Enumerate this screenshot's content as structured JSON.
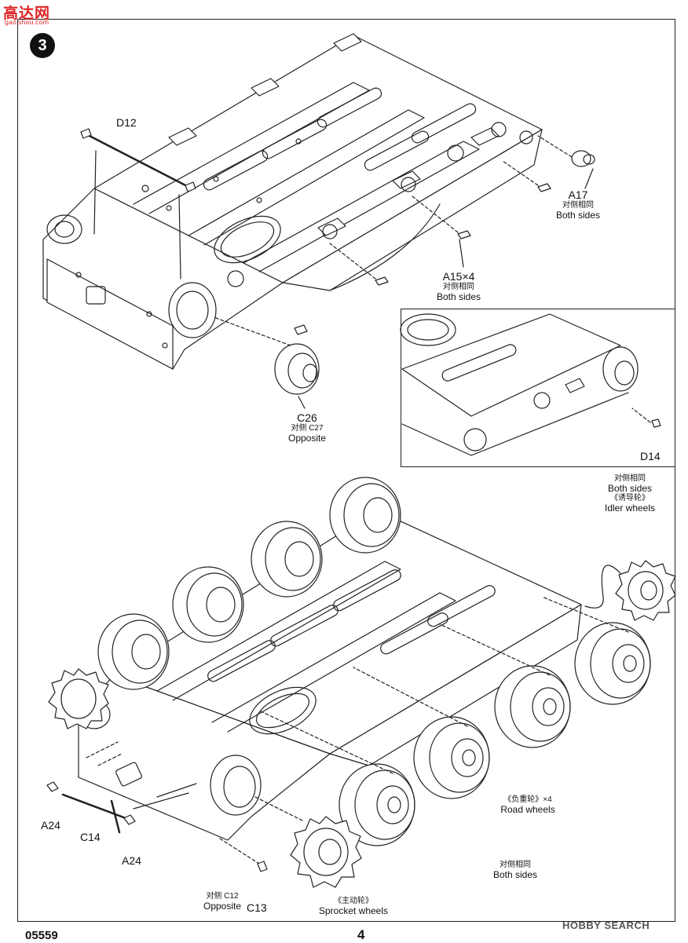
{
  "header": {
    "logo_text": "高达网",
    "logo_sub": "gao.shou.com",
    "step_number": "3"
  },
  "labels": {
    "d12": "D12",
    "a17": "A17",
    "a17_cn": "对侧相同",
    "a17_en": "Both sides",
    "a15": "A15×4",
    "a15_cn": "对侧相同",
    "a15_en": "Both sides",
    "c26": "C26",
    "c26_cn": "对侧 C27",
    "c26_en": "Opposite",
    "d14": "D14",
    "idler_cn1": "对侧相同",
    "idler_en1": "Both sides",
    "idler_cn2": "《诱导轮》",
    "idler_en2": "Idler wheels",
    "road_cn": "《负重轮》×4",
    "road_en": "Road wheels",
    "bottom_cn": "对侧相同",
    "bottom_en": "Both sides",
    "a24_left": "A24",
    "c14": "C14",
    "a24_right": "A24",
    "c12_cn": "对侧 C12",
    "c12_en": "Opposite",
    "c13": "C13",
    "sprocket_cn": "《主动轮》",
    "sprocket_en": "Sprocket wheels"
  },
  "footer": {
    "code": "05559",
    "page": "4",
    "watermark": "HOBBY SEARCH"
  }
}
